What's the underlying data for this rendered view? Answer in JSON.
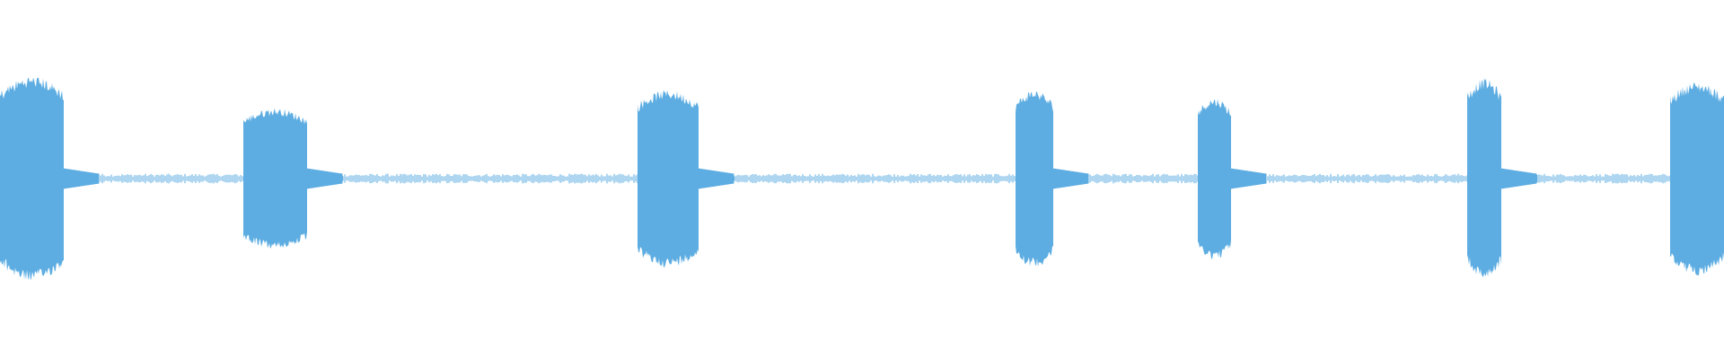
{
  "waveform": {
    "color": "#5DADE2",
    "background": "#FFFFFF",
    "baseline_level": 0.015,
    "segments": [
      {
        "start": 0.0,
        "end": 0.037,
        "amplitude": 0.9
      },
      {
        "start": 0.141,
        "end": 0.178,
        "amplitude": 0.62
      },
      {
        "start": 0.37,
        "end": 0.405,
        "amplitude": 0.78
      },
      {
        "start": 0.589,
        "end": 0.611,
        "amplitude": 0.78
      },
      {
        "start": 0.695,
        "end": 0.714,
        "amplitude": 0.71
      },
      {
        "start": 0.851,
        "end": 0.871,
        "amplitude": 0.88
      },
      {
        "start": 0.969,
        "end": 1.0,
        "amplitude": 0.85
      }
    ]
  }
}
